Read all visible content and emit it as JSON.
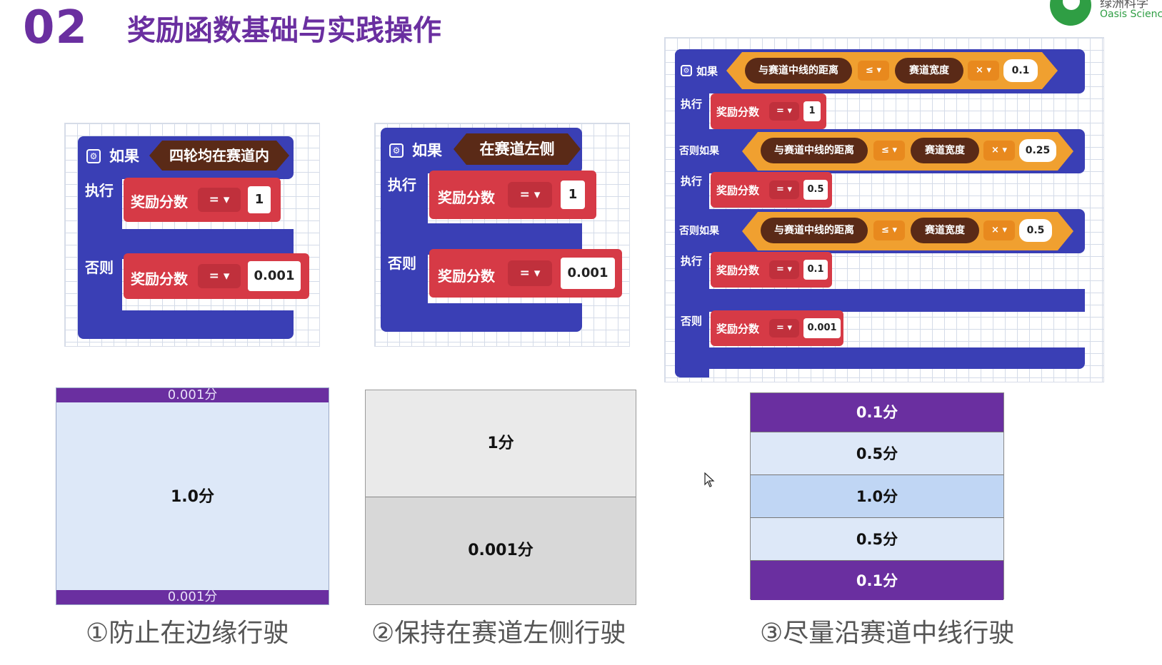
{
  "header": {
    "number": "02",
    "title": "奖励函数基础与实践操作",
    "logo_cn": "绿洲科学",
    "logo_en": "Oasis Science"
  },
  "colors": {
    "purple": "#6a2fa0",
    "block_blue": "#3a3fb5",
    "block_red": "#d63a46",
    "block_orange": "#f0a030"
  },
  "block1": {
    "if": "如果",
    "condition": "四轮均在赛道内",
    "do": "执行",
    "else": "否则",
    "action": "奖励分数",
    "op": "=",
    "value_if": "1",
    "value_else": "0.001"
  },
  "block2": {
    "if": "如果",
    "condition": "在赛道左侧",
    "do": "执行",
    "else": "否则",
    "action": "奖励分数",
    "op": "=",
    "value_if": "1",
    "value_else": "0.001"
  },
  "block3": {
    "if": "如果",
    "do": "执行",
    "elif": "否则如果",
    "else": "否则",
    "distance": "与赛道中线的距离",
    "le": "≤",
    "width": "赛道宽度",
    "mul": "×",
    "action": "奖励分数",
    "eq": "=",
    "factors": [
      "0.1",
      "0.25",
      "0.5"
    ],
    "rewards": [
      "1",
      "0.5",
      "0.1",
      "0.001"
    ]
  },
  "diagram1": {
    "top": "0.001分",
    "middle": "1.0分",
    "bottom": "0.001分"
  },
  "diagram2": {
    "top": "1分",
    "bottom": "0.001分"
  },
  "diagram3": {
    "bands": [
      "0.1分",
      "0.5分",
      "1.0分",
      "0.5分",
      "0.1分"
    ]
  },
  "captions": [
    "①防止在边缘行驶",
    "②保持在赛道左侧行驶",
    "③尽量沿赛道中线行驶"
  ]
}
